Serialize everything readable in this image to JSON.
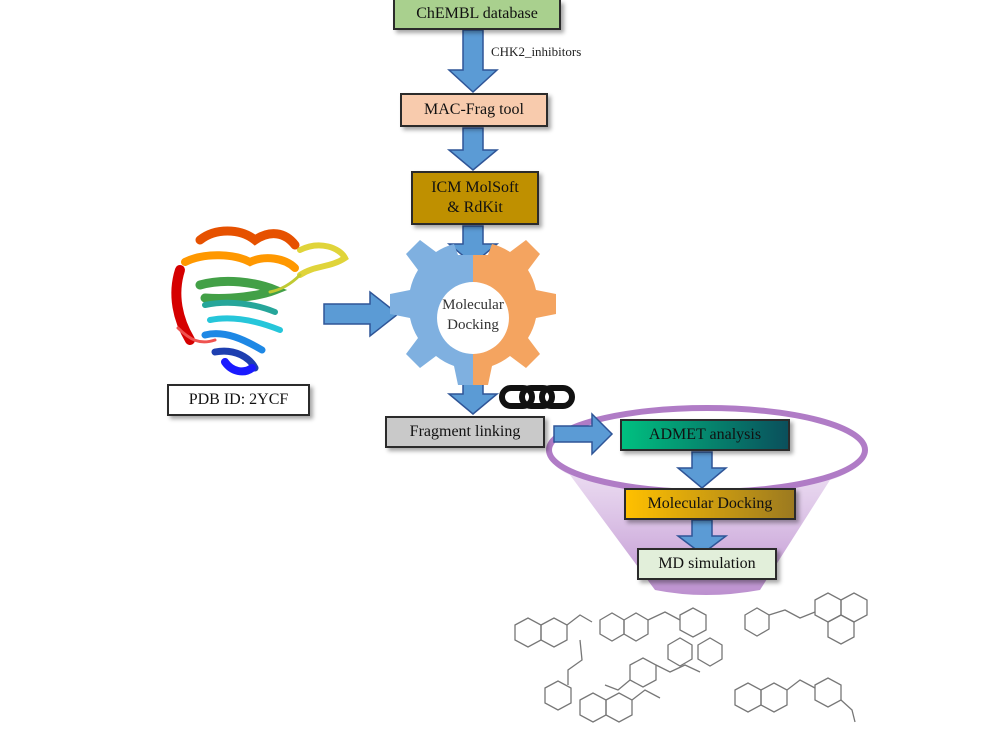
{
  "diagram": {
    "nodes": {
      "chembl": {
        "label": "ChEMBL database",
        "color": "#a9d08e"
      },
      "macfrag": {
        "label": "MAC-Frag tool",
        "color": "#f8cbad"
      },
      "icm_line1": {
        "label": "ICM MolSoft"
      },
      "icm_line2": {
        "label": "& RdKit"
      },
      "icm": {
        "color": "#bf9000"
      },
      "docking_gear_line1": {
        "label": "Molecular"
      },
      "docking_gear_line2": {
        "label": "Docking"
      },
      "pdb": {
        "label": "PDB ID: 2YCF"
      },
      "fragment_linking": {
        "label": "Fragment linking",
        "color": "#c9c9c9"
      },
      "admet": {
        "label": "ADMET analysis",
        "color": "#00a878"
      },
      "molecular_docking": {
        "label": "Molecular Docking",
        "color": "#ffc000"
      },
      "md_simulation": {
        "label": "MD simulation",
        "color": "#e2efda"
      }
    },
    "edge_labels": {
      "chembl_to_macfrag": "CHK2_inhibitors"
    },
    "colors": {
      "arrow_fill": "#5b9bd5",
      "arrow_stroke": "#2f5597",
      "gear_blue": "#7fb0e0",
      "gear_orange": "#f4a460",
      "funnel": "#b07cc6"
    }
  }
}
